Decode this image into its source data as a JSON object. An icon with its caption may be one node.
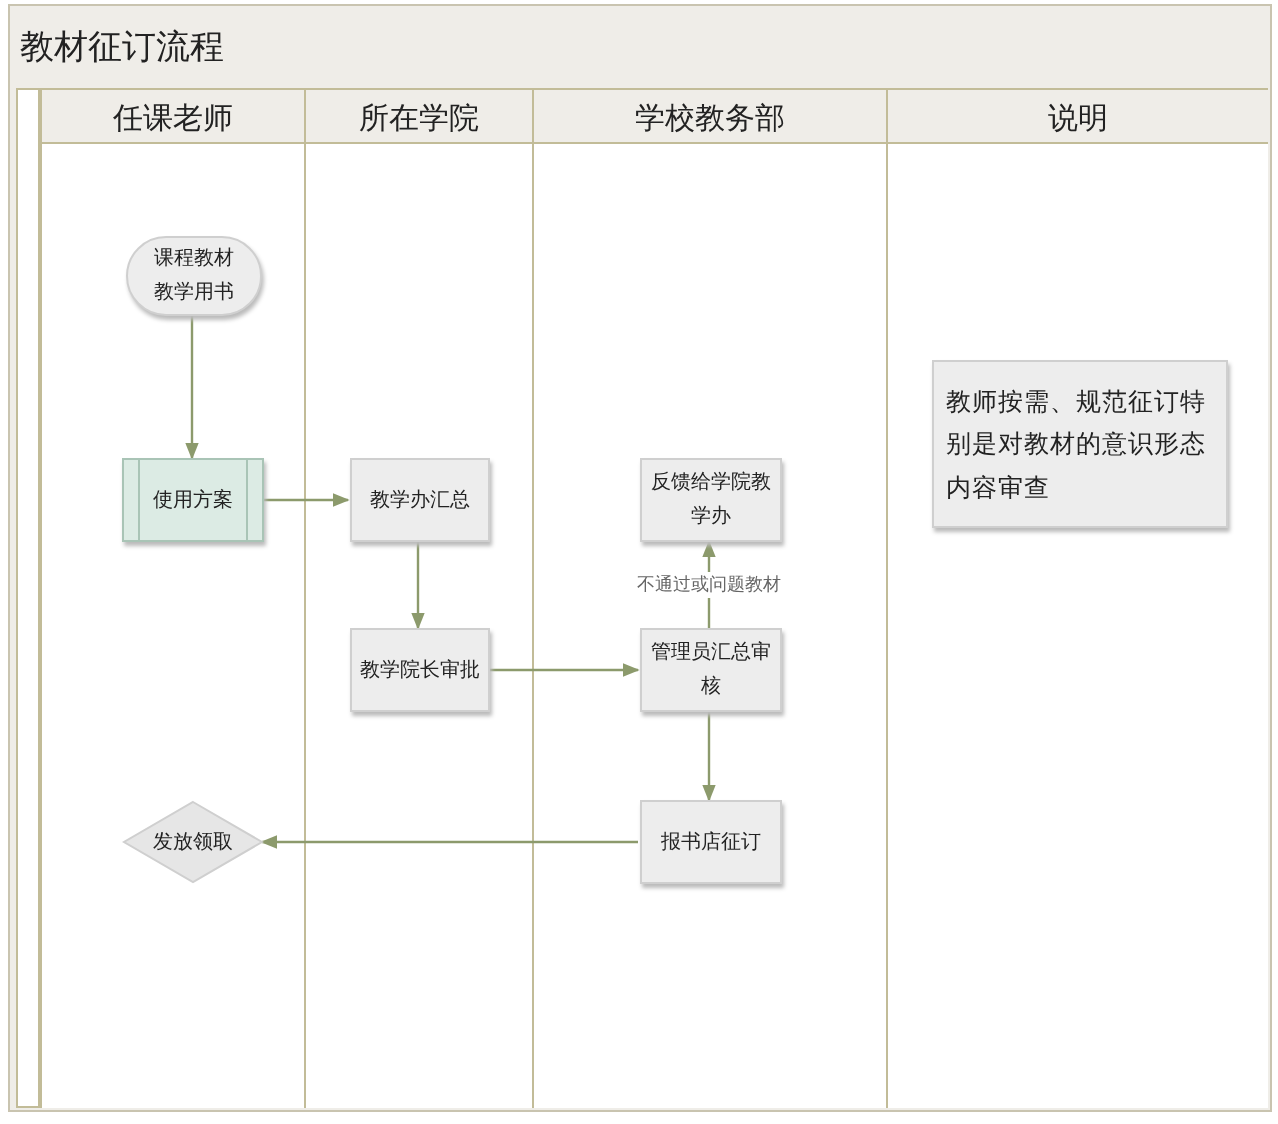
{
  "diagram": {
    "title": "教材征订流程",
    "nodes": [
      {
        "text": [
          "任课老师"
        ]
      },
      {
        "text": [
          "所在学院"
        ]
      },
      {
        "text": [
          "学校教务部"
        ]
      },
      {
        "text": [
          "说明"
        ]
      },
      {
        "text": [
          "课程教材教学用书"
        ],
        "in": 0
      },
      {
        "text": [
          "使用方案"
        ],
        "in": 0
      },
      {
        "text": [
          "教学办汇总"
        ],
        "in": 1
      },
      {
        "text": [
          "教学院长审批"
        ],
        "in": 1
      },
      {
        "text": [
          "反馈给学院教学办"
        ],
        "in": 2
      },
      {
        "text": [
          "管理员汇总审核"
        ],
        "in": 2
      },
      {
        "text": [
          "报书店征订"
        ],
        "in": 2
      },
      {
        "text": [
          "发放领取"
        ],
        "in": 0
      },
      {
        "text": [
          "教师按需、规范征订特别是对教材的意识形态内容审查"
        ],
        "in": 3
      }
    ],
    "edges": [
      {
        "from": 4,
        "to": 5,
        "arrow": "to"
      },
      {
        "from": 5,
        "to": 6,
        "arrow": "to"
      },
      {
        "from": 6,
        "to": 7,
        "arrow": "to"
      },
      {
        "from": 7,
        "to": 9,
        "arrow": "to"
      },
      {
        "from": 9,
        "to": 8,
        "arrow": "to",
        "label": "不通过或问题教材"
      },
      {
        "from": 9,
        "to": 10,
        "arrow": "to"
      },
      {
        "from": 10,
        "to": 11,
        "arrow": "to"
      }
    ]
  }
}
